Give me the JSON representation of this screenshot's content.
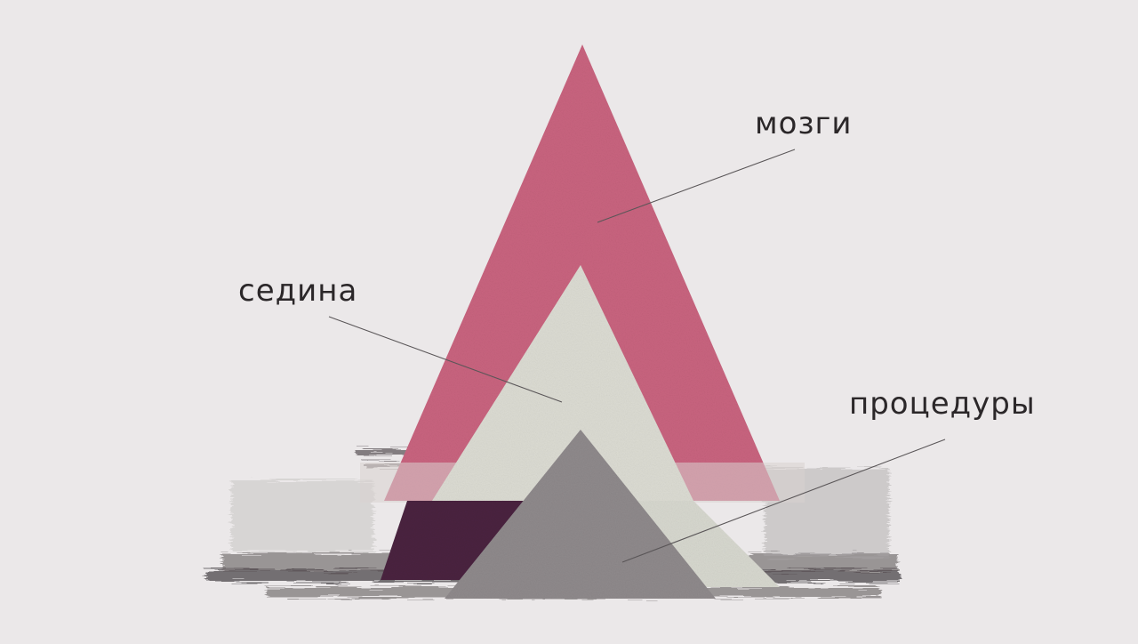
{
  "diagram": {
    "labels": {
      "brains": "мозги",
      "gray_hair": "седина",
      "procedures": "процедуры"
    },
    "colors": {
      "background": "#ebe8e9",
      "large_triangle": "#c9647f",
      "middle_triangle": "#dcdcd3",
      "small_triangle": "#8f8a8c",
      "dark_band": "#4a2340",
      "brush_stroke": "#3a3436",
      "label_text": "#2b2729",
      "leader_line": "#5a5658"
    }
  }
}
